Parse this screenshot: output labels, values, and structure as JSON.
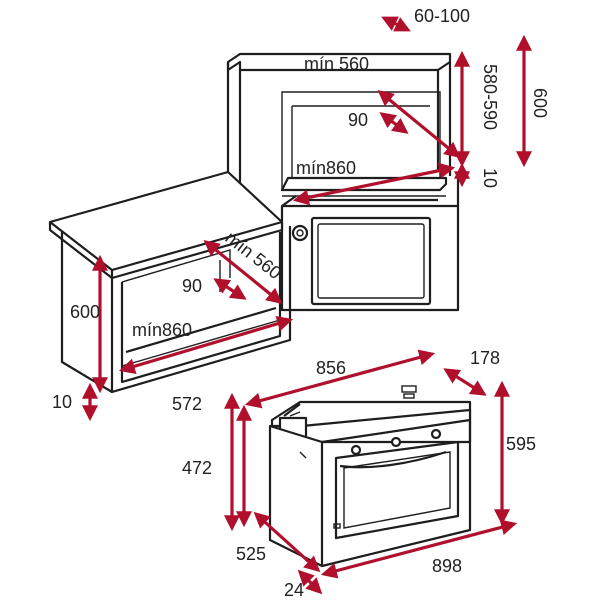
{
  "colors": {
    "dimension_arrow": "#b0102c",
    "outline": "#1e1e1e",
    "text": "#222222",
    "background": "#ffffff"
  },
  "upper_cabinet": {
    "gap_top": "60-100",
    "depth_min": "mín 560",
    "height_range": "580-590",
    "height_total": "600",
    "vent": "90",
    "width_min": "mín860",
    "bottom_gap": "10"
  },
  "lower_cabinet": {
    "depth_min": "mín 560",
    "vent": "90",
    "width_min": "mín860",
    "height": "600",
    "bottom_gap": "10"
  },
  "appliance": {
    "width_top": "856",
    "depth_top": "178",
    "overall_height": "572",
    "height_right": "595",
    "cavity_height": "472",
    "depth_bottom": "525",
    "panel_depth": "24",
    "width_bottom": "898"
  }
}
